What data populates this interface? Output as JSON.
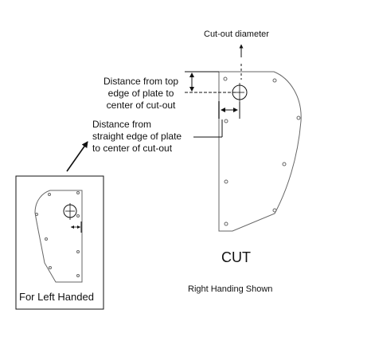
{
  "labels": {
    "cutout_diameter": "Cut-out diameter",
    "distance_top": [
      "Distance from top",
      "edge of plate to",
      "center of cut-out"
    ],
    "distance_straight": [
      "Distance from",
      "straight edge of plate",
      "to center of  cut-out"
    ],
    "cut": "CUT",
    "right_handing": "Right Handing Shown",
    "left_handed": "For Left Handed"
  }
}
